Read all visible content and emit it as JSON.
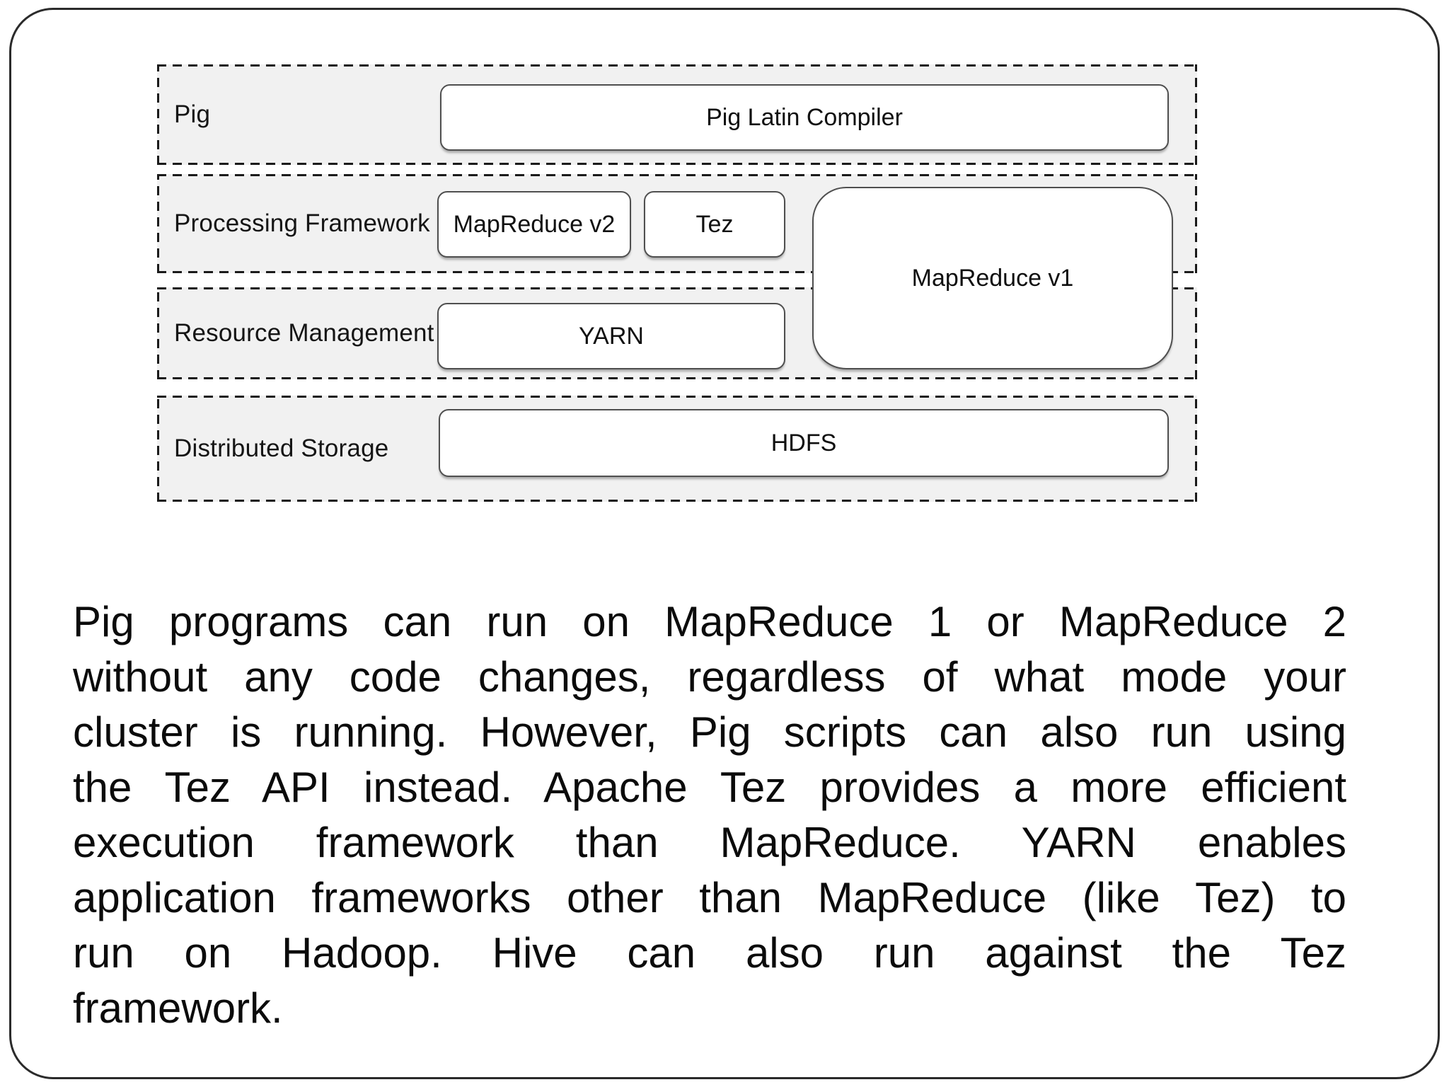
{
  "slide": {
    "background_color": "#ffffff",
    "frame_border_color": "#2b2b2b"
  },
  "diagram": {
    "colors": {
      "row_background": "#f1f1f1",
      "dashed_border": "#1b1b1b",
      "box_fill": "#ffffff",
      "box_border": "#4f4f4f",
      "text": "#101010"
    },
    "rows": [
      {
        "label": "Pig",
        "boxes": [
          {
            "label": "Pig Latin Compiler"
          }
        ]
      },
      {
        "label": "Processing Framework",
        "boxes": [
          {
            "label": "MapReduce v2"
          },
          {
            "label": "Tez"
          }
        ]
      },
      {
        "label": "Resource Management",
        "boxes": [
          {
            "label": "YARN"
          }
        ]
      },
      {
        "label": "Distributed Storage",
        "boxes": [
          {
            "label": "HDFS"
          }
        ]
      }
    ],
    "spanning_box": {
      "label": "MapReduce v1",
      "spans_rows": "Processing Framework + Resource Management"
    }
  },
  "paragraph": {
    "lines": [
      "Pig programs can run on MapReduce 1 or MapReduce 2",
      "without any code changes, regardless of what mode your",
      "cluster is running. However, Pig scripts can also run using",
      "the Tez API instead. Apache Tez provides a more efficient",
      "execution framework than MapReduce. YARN enables",
      "application frameworks other than MapReduce (like Tez) to",
      "run on Hadoop. Hive can also run against the Tez",
      "framework."
    ],
    "full_text": "Pig programs can run on MapReduce 1 or MapReduce 2 without any code changes, regardless of what mode your cluster is running. However, Pig scripts can also run using the Tez API instead. Apache Tez provides a more efficient execution framework than MapReduce. YARN enables application frameworks other than MapReduce (like Tez) to run on Hadoop. Hive can also run against the Tez framework."
  }
}
